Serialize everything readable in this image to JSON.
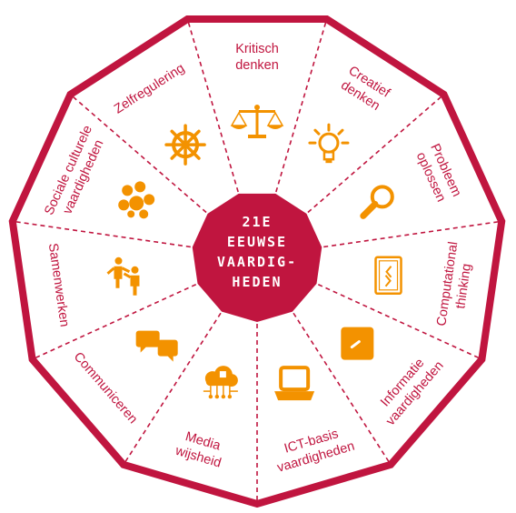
{
  "colors": {
    "border": "#c0153f",
    "icon": "#f39200",
    "background": "#ffffff"
  },
  "center": {
    "line1": "21E",
    "line2": "EEUWSE",
    "line3": "VAARDIG-",
    "line4": "HEDEN"
  },
  "segments": [
    {
      "lines": [
        "Kritisch",
        "denken"
      ],
      "icon": "scales-icon"
    },
    {
      "lines": [
        "Creatief",
        "denken"
      ],
      "icon": "lightbulb-icon"
    },
    {
      "lines": [
        "Probleem",
        "oplossen"
      ],
      "icon": "magnifier-icon"
    },
    {
      "lines": [
        "Computational",
        "thinking"
      ],
      "icon": "code-card-icon"
    },
    {
      "lines": [
        "Informatie",
        "vaardigheden"
      ],
      "icon": "card-icon"
    },
    {
      "lines": [
        "ICT-basis",
        "vaardigheden"
      ],
      "icon": "laptop-icon"
    },
    {
      "lines": [
        "Media",
        "wijsheid"
      ],
      "icon": "cloud-network-icon"
    },
    {
      "lines": [
        "Communiceren"
      ],
      "icon": "speech-bubbles-icon"
    },
    {
      "lines": [
        "Samenwerken"
      ],
      "icon": "people-icon"
    },
    {
      "lines": [
        "Sociale culturele",
        "vaardigheden"
      ],
      "icon": "group-icon"
    },
    {
      "lines": [
        "Zelfregulering"
      ],
      "icon": "ship-wheel-icon"
    }
  ]
}
